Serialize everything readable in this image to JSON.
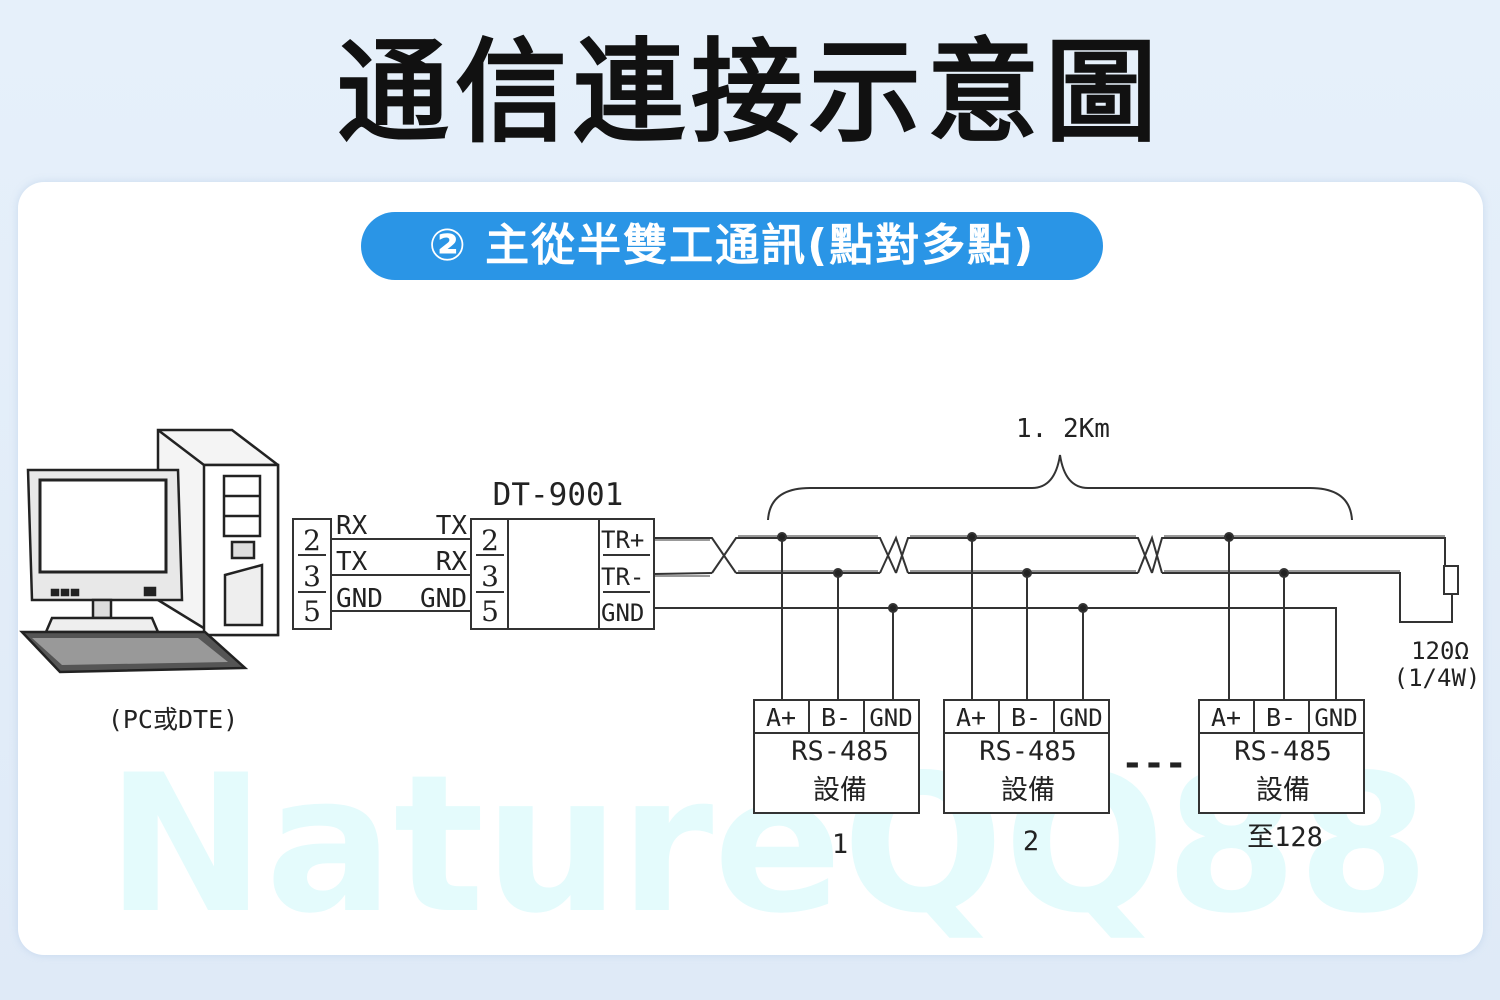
{
  "title": "通信連接示意圖",
  "subtitle": "② 主從半雙工通訊(點對多點)",
  "watermark": "NatureQQ88",
  "pc": {
    "label": "(PC或DTE)"
  },
  "db9_pins": [
    "2",
    "3",
    "5"
  ],
  "pc_side_signals": [
    "RX",
    "TX",
    "GND"
  ],
  "converter": {
    "name": "DT-9001",
    "pins": [
      "2",
      "3",
      "5"
    ],
    "input_signals": [
      "TX",
      "RX",
      "GND"
    ],
    "output_signals": [
      "TR+",
      "TR-",
      "GND"
    ]
  },
  "distance": "1. 2Km",
  "terminator": {
    "value": "120Ω",
    "rating": "(1/4W)"
  },
  "devices": [
    {
      "terminals": [
        "A+",
        "B-",
        "GND"
      ],
      "type": "RS-485",
      "name": "設備",
      "index": "1"
    },
    {
      "terminals": [
        "A+",
        "B-",
        "GND"
      ],
      "type": "RS-485",
      "name": "設備",
      "index": "2"
    },
    {
      "terminals": [
        "A+",
        "B-",
        "GND"
      ],
      "type": "RS-485",
      "name": "設備",
      "index": "至128"
    }
  ],
  "ellipsis": "---",
  "colors": {
    "accent": "#2a95e6",
    "line": "#333333",
    "watermark": "#e4fbfc"
  }
}
